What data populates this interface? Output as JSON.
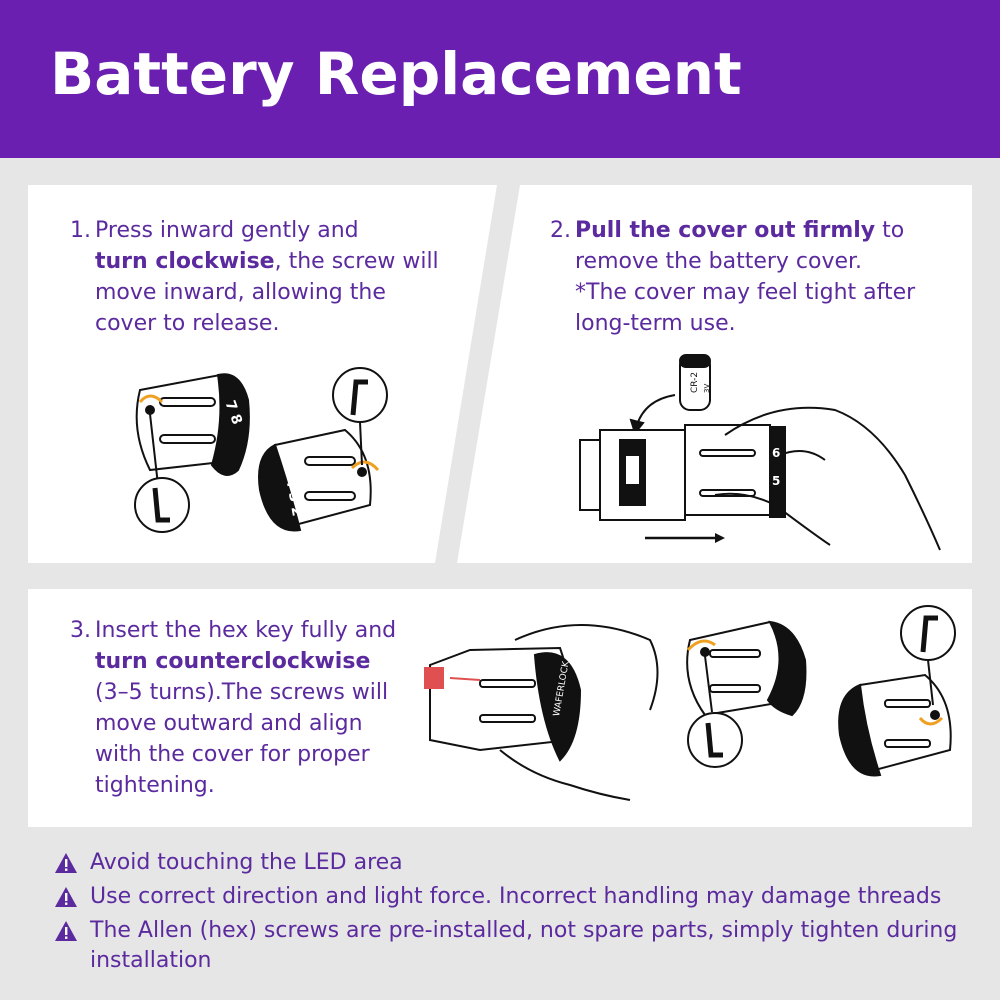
{
  "title": "Battery Replacement",
  "steps": [
    {
      "num": "1.",
      "line1": "Press inward gently and",
      "bold": "turn clockwise",
      "after_bold": ", the screw will",
      "line3": "move inward, allowing the",
      "line4": "cover to release."
    },
    {
      "num": "2.",
      "bold": "Pull the cover out firmly",
      "after_bold": " to",
      "line2": "remove the battery cover.",
      "line3": "*The cover may feel tight after",
      "line4": "long-term use."
    },
    {
      "num": "3.",
      "line1": "Insert the hex key fully and",
      "bold": "turn counterclockwise",
      "line3": "(3–5 turns).The screws will",
      "line4": "move outward and align",
      "line5": "with the cover for proper",
      "line6": "tightening."
    }
  ],
  "illustration_text": {
    "brand": "WAFERLOCK",
    "battery_label": "CR-2",
    "battery_voltage": "3V",
    "digits_a": "7 8",
    "digits_b": "6",
    "digits_c": "5",
    "digits_d": "4 3 2"
  },
  "warnings": [
    "Avoid touching the LED area",
    "Use correct direction and light force. Incorrect handling may damage threads",
    "The Allen (hex) screws are pre-installed, not spare parts, simply tighten during installation"
  ],
  "colors": {
    "header": "#6a1fb0",
    "text": "#5b2a9e",
    "arrow": "#f0a020",
    "led": "#e05050"
  }
}
